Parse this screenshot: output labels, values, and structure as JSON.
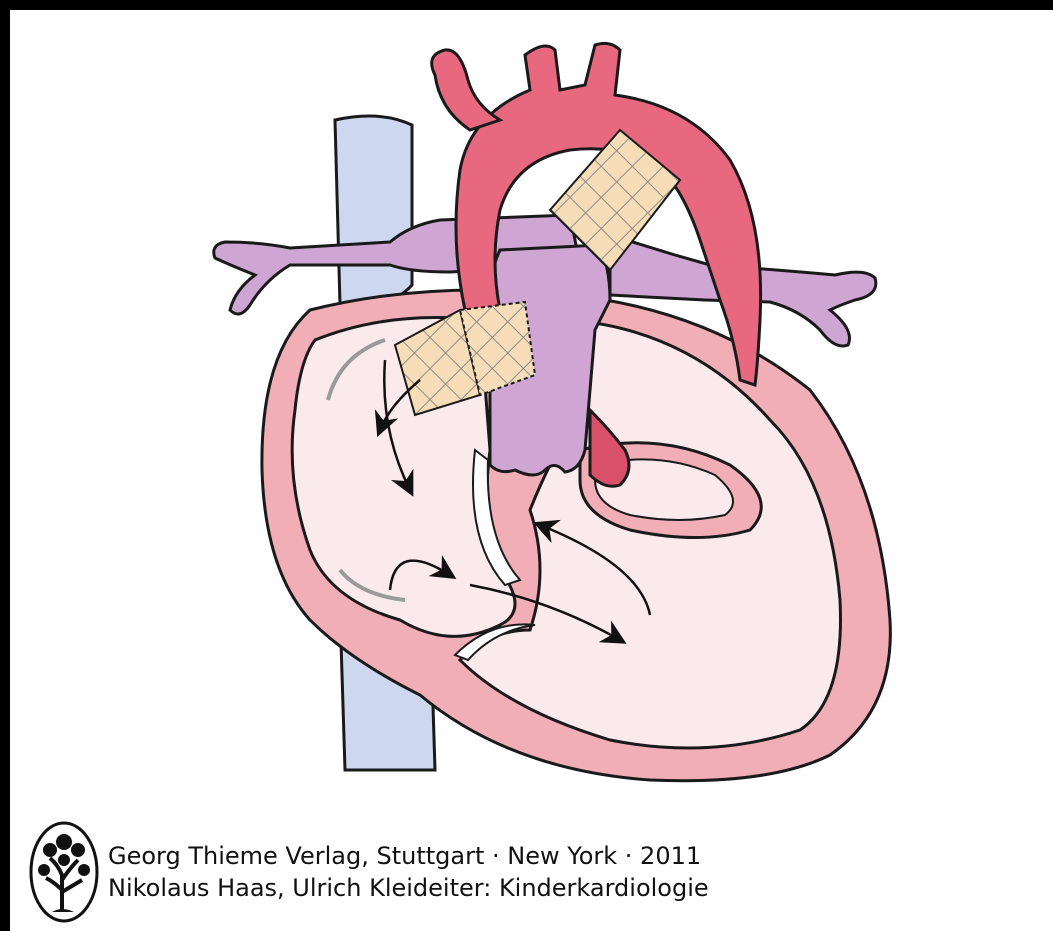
{
  "figure": {
    "description_role": "heart-diagram",
    "colors": {
      "aorta": "#e8697f",
      "aorta_dark": "#d8506a",
      "pulmonary": "#cfa6d3",
      "vena_cava": "#cdd8f0",
      "myocardium": "#f1aeb7",
      "chamber": "#fbeaec",
      "stent": "#f6ddb8",
      "stent_mesh": "#8c8c8c",
      "outline": "#1a1a1a"
    },
    "icons": [
      "stent-icon",
      "flow-arrow-icon",
      "tree-logo-icon"
    ]
  },
  "credits": {
    "line1": "Georg Thieme Verlag, Stuttgart · New York · 2011",
    "line2": "Nikolaus Haas, Ulrich Kleideiter: Kinderkardiologie"
  }
}
